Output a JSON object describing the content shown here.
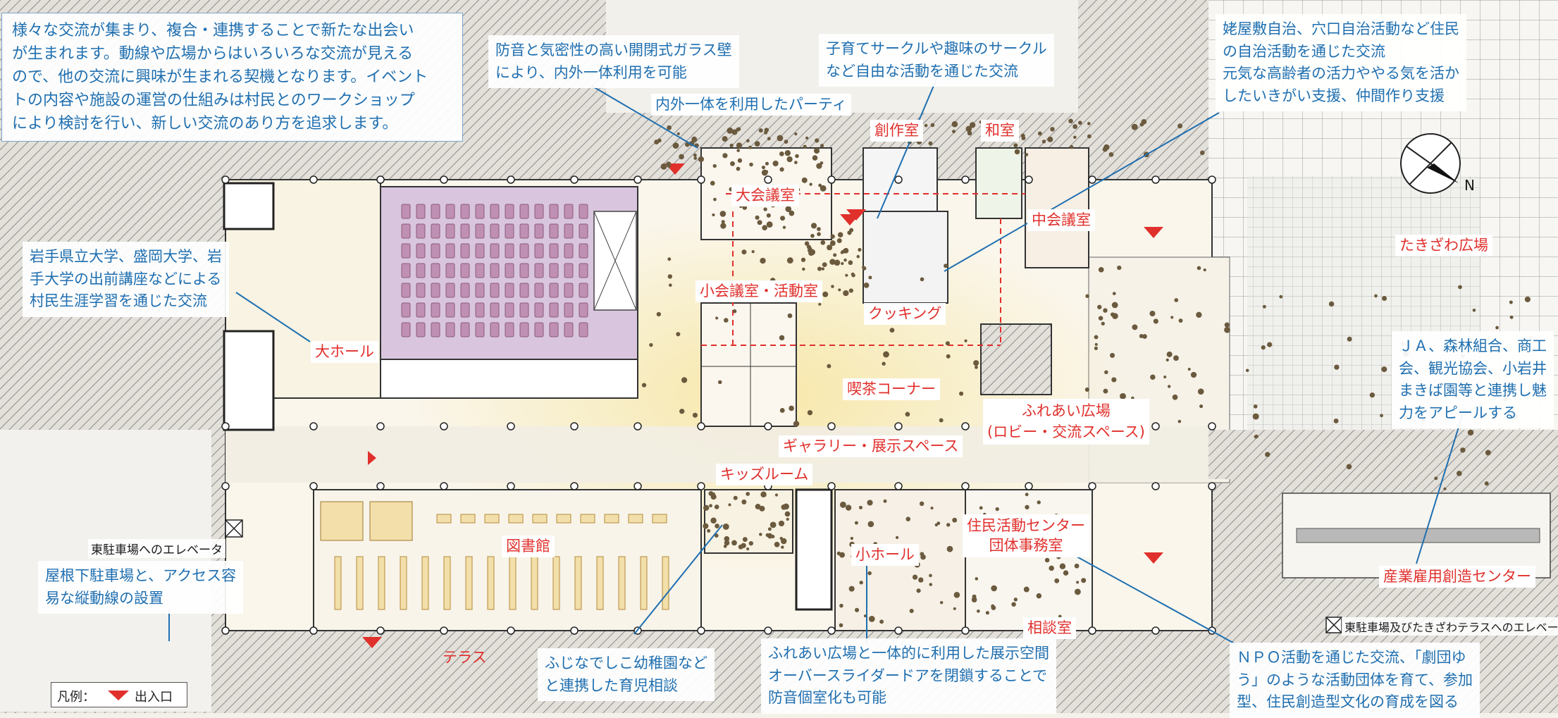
{
  "colors": {
    "accent_blue": "#1f6fb0",
    "label_red": "#e0302c",
    "hatch": "#8c8c8c",
    "hall_purple": "#d9c6de",
    "lobby_yellow": "#f7e7a6"
  },
  "intro": {
    "lines": [
      "様々な交流が集まり、複合・連携することで新たな出会い",
      "が生まれます。動線や広場からはいろいろな交流が見える",
      "ので、他の交流に興味が生まれる契機となります。イベント",
      "トの内容や施設の運営の仕組みは村民とのワークショップ",
      "により検討を行い、新しい交流のあり方を追求します。"
    ]
  },
  "callouts": {
    "glass_wall": [
      "防音と気密性の高い開閉式ガラス壁",
      "により、内外一体利用を可能"
    ],
    "circle": [
      "子育てサークルや趣味のサークル",
      "など自由な活動を通じた交流"
    ],
    "self_gov": [
      "姥屋敷自治、穴口自治活動など住民",
      "の自治活動を通じた交流",
      "元気な高齢者の活力ややる気を活か",
      "したいきがい支援、仲間作り支援"
    ],
    "univ": [
      "岩手県立大学、盛岡大学、岩",
      "手大学の出前講座などによる",
      "村民生涯学習を通じた交流"
    ],
    "ja": [
      "ＪＡ、森林組合、商工",
      "会、観光協会、小岩井",
      "まきば園等と連携し魅",
      "力をアピールする"
    ],
    "parking": [
      "屋根下駐車場と、アクセス容",
      "易な縦動線の設置"
    ],
    "kindergarten": [
      "ふじなでしこ幼稚園など",
      "と連携した育児相談"
    ],
    "exhibit": [
      "ふれあい広場と一体的に利用した展示空間",
      "オーバースライダードアを閉鎖することで",
      "防音個室化も可能"
    ],
    "npo": [
      "ＮＰＯ活動を通じた交流、「劇団ゆ",
      "う」のような活動団体を育て、参加",
      "型、住民創造型文化の育成を図る"
    ]
  },
  "rooms": {
    "party": "内外一体を利用したパーティ",
    "creative": "創作室",
    "washitsu": "和室",
    "large_meeting": "大会議室",
    "mid_meeting": "中会議室",
    "takizawa": "たきざわ広場",
    "small_meeting": "小会議室・活動室",
    "cooking": "クッキング",
    "hall": "大ホール",
    "cafe": "喫茶コーナー",
    "fureai_1": "ふれあい広場",
    "fureai_2": "(ロビー・交流スペース)",
    "gallery": "ギャラリー・展示スペース",
    "kids": "キッズルーム",
    "library": "図書館",
    "small_hall": "小ホール",
    "center_1": "住民活動センター",
    "center_2": "団体事務室",
    "industry": "産業雇用創造センター",
    "consult": "相談室",
    "terrace": "テラス"
  },
  "plain_labels": {
    "elevator_east": "東駐車場へのエレベータ",
    "elevator_terrace": "東駐車場及びたきざわテラスへのエレベータ",
    "north": "N"
  },
  "legend": {
    "title": "凡例：",
    "entrance": "出入口"
  }
}
